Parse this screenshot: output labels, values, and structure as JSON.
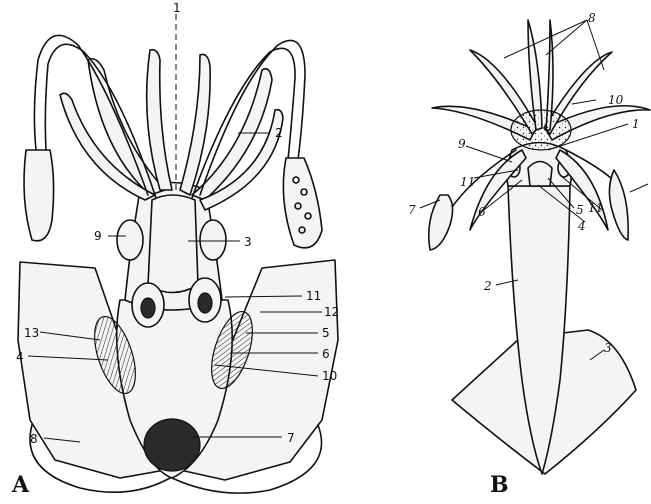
{
  "panels": {
    "a": "A",
    "b": "B"
  },
  "figure_a_labels": {
    "l1": "1",
    "l2": "2",
    "l3": "3",
    "l4": "4",
    "l5": "5",
    "l6": "6",
    "l7": "7",
    "l8": "8",
    "l9": "9",
    "l10": "10",
    "l11": "11",
    "l12": "12",
    "l13": "13"
  },
  "figure_b_labels": {
    "l1": "1",
    "l2": "2",
    "l3": "3",
    "l4": "4",
    "l5": "5",
    "l6": "6",
    "l7": "7",
    "l8": "8",
    "l9": "9",
    "l10": "10",
    "l11a": "11",
    "l11b": "11"
  }
}
